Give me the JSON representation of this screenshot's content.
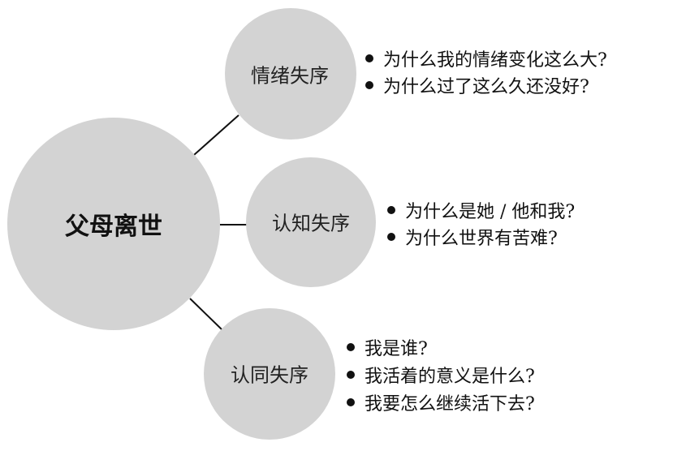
{
  "colors": {
    "node_fill": "#d3d3d3",
    "line": "#111111"
  },
  "center": {
    "label": "父母离世"
  },
  "branches": [
    {
      "label": "情绪失序",
      "questions": [
        "为什么我的情绪变化这么大?",
        "为什么过了这么久还没好?"
      ]
    },
    {
      "label": "认知失序",
      "questions": [
        "为什么是她 / 他和我?",
        "为什么世界有苦难?"
      ]
    },
    {
      "label": "认同失序",
      "questions": [
        "我是谁?",
        "我活着的意义是什么?",
        "我要怎么继续活下去?"
      ]
    }
  ]
}
